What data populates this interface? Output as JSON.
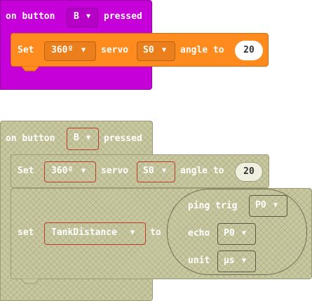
{
  "block1": {
    "on": "on button",
    "button": "B",
    "pressed": "pressed",
    "set": "Set",
    "mode": "360º",
    "servo": "servo",
    "servo_pin": "S0",
    "angle_to": "angle to",
    "angle_value": "20",
    "color_event": "#c600d9",
    "color_set": "#ff8a1e"
  },
  "block2": {
    "on": "on button",
    "button": "B",
    "pressed": "pressed",
    "set": "Set",
    "mode": "360º",
    "servo": "servo",
    "servo_pin": "S0",
    "angle_to": "angle to",
    "angle_value": "20",
    "set_var": "set",
    "variable": "TankDistance",
    "to": "to",
    "ping_trig": "ping trig",
    "trig_pin": "P0",
    "echo": "echo",
    "echo_pin": "P0",
    "unit": "unit",
    "unit_value": "μs",
    "color_disabled": "#c8c8a0"
  },
  "icons": {
    "dropdown": "chevron-down-icon"
  }
}
